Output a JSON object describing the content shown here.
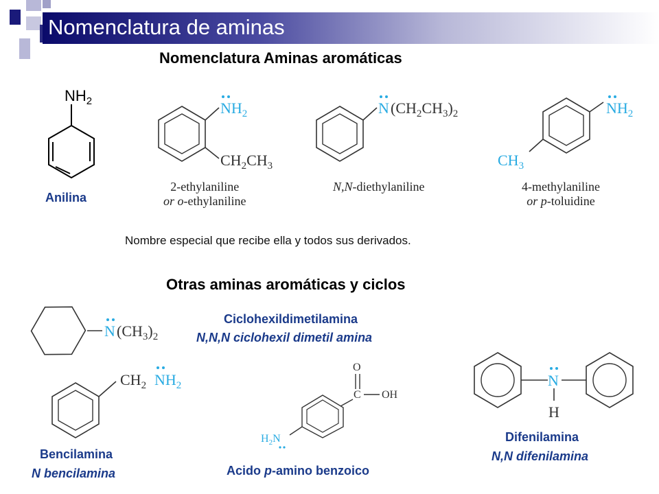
{
  "slide": {
    "title": "Nomenclatura de aminas",
    "colors": {
      "title_bar_dark": "#0a0a6a",
      "label_blue": "#1a3a8a",
      "amine_cyan": "#29abe2"
    }
  },
  "section1": {
    "heading": "Nomenclatura Aminas aromáticas",
    "aniline": {
      "formula": "NH2",
      "label": "Anilina"
    },
    "examples": [
      {
        "group": "NH2",
        "substituent": "CH2CH3",
        "caption_line1": "2-ethylaniline",
        "caption_line2_prefix": "or ",
        "caption_line2_italic": "o",
        "caption_line2_suffix": "-ethylaniline"
      },
      {
        "group": "N(CH2CH3)2",
        "caption_italic": "N,N",
        "caption_suffix": "-diethylaniline"
      },
      {
        "group": "NH2",
        "substituent": "CH3",
        "caption_line1": "4-methylaniline",
        "caption_line2_prefix": "or ",
        "caption_line2_italic": "p",
        "caption_line2_suffix": "-toluidine"
      }
    ],
    "note": "Nombre especial que recibe ella y todos sus derivados."
  },
  "section2": {
    "heading": "Otras aminas aromáticas y ciclos",
    "cyclohexyl": {
      "group": "N(CH3)2",
      "label_line1": "Ciclohexildimetilamina",
      "label_line2": "N,N,N ciclohexil dimetil amina"
    },
    "benzylamine": {
      "group": "CH2NH2",
      "label_line1": "Bencilamina",
      "label_line2": "N bencilamina"
    },
    "paba": {
      "amine": "H2N",
      "carbon": "C",
      "oxygen": "O",
      "hydroxyl": "OH",
      "label_prefix": "Acido ",
      "label_italic": "p",
      "label_suffix": "-amino benzoico"
    },
    "diphenylamine": {
      "nitrogen": "N",
      "hydrogen": "H",
      "label_line1": "Difenilamina",
      "label_line2": "N,N difenilamina"
    }
  }
}
